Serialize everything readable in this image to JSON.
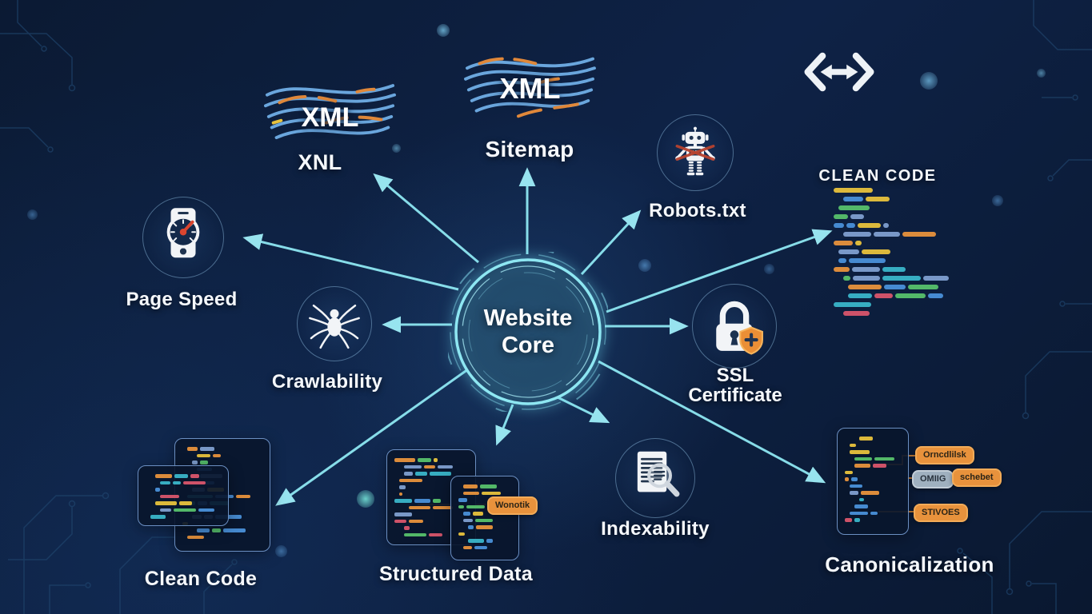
{
  "colors": {
    "background": "#0c1c38",
    "accent_cyan": "#8ee7f2",
    "arrowhead": "#9feef8",
    "accent_orange": "#e8923c",
    "code_blue": "#4a90d9",
    "code_green": "#57c16b",
    "label_white": "#f5f8fc",
    "alert_red": "#b8432f"
  },
  "center": {
    "line1": "Website",
    "line2": "Core"
  },
  "nodes": {
    "xml_left": {
      "overlay": "XML",
      "label": "XNL"
    },
    "xml_top": {
      "overlay": "XML",
      "label": "Sitemap"
    },
    "robots": {
      "label": "Robots.txt"
    },
    "clean_code_top": {
      "label": "CLEAN CODE"
    },
    "page_speed": {
      "label": "Page Speed"
    },
    "crawlability": {
      "label": "Crawlability"
    },
    "ssl": {
      "line1": "SSL",
      "line2": "Certificate"
    },
    "clean_code_bottom": {
      "label": "Clean Code"
    },
    "structured_data": {
      "label": "Structured Data",
      "tag": "Wonotik"
    },
    "indexability": {
      "label": "Indexability"
    },
    "canonicalization": {
      "label": "Canonicalization",
      "tag1": "Orncdlilsk",
      "tag2": "OMIIG",
      "tag3": "schebet",
      "tag4": "STIVOES"
    }
  },
  "icons": {
    "xml_left": "wavy-lines-icon",
    "xml_top": "wavy-lines-icon",
    "robots": "robot-blocked-icon",
    "clean_code_top": "code-brackets-arrow-icon",
    "page_speed": "phone-speedometer-icon",
    "crawlability": "spider-icon",
    "ssl": "padlock-shield-plus-icon",
    "indexability": "document-magnifier-icon"
  }
}
